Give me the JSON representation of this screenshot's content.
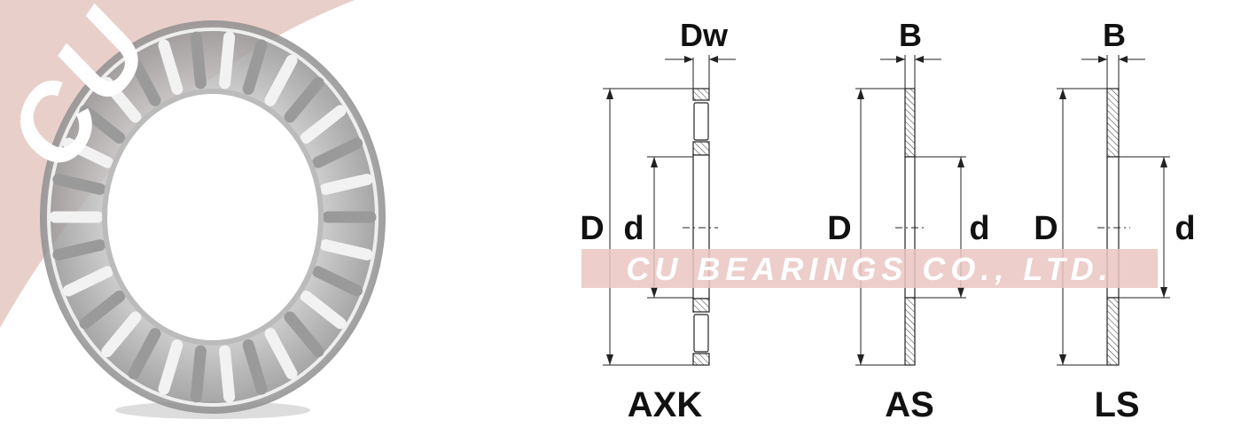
{
  "logo": {
    "text": "CU"
  },
  "watermark": {
    "text": "CU BEARINGS CO., LTD."
  },
  "colors": {
    "brand_pink": "#e9cfca",
    "watermark_band": "#eac6c1",
    "line": "#222222"
  },
  "diagrams": [
    {
      "name": "AXK",
      "thickness_label": "Dw",
      "outer_label": "D",
      "inner_label": "d"
    },
    {
      "name": "AS",
      "thickness_label": "B",
      "outer_label": "D",
      "inner_label": "d"
    },
    {
      "name": "LS",
      "thickness_label": "B",
      "outer_label": "D",
      "inner_label": "d"
    }
  ]
}
